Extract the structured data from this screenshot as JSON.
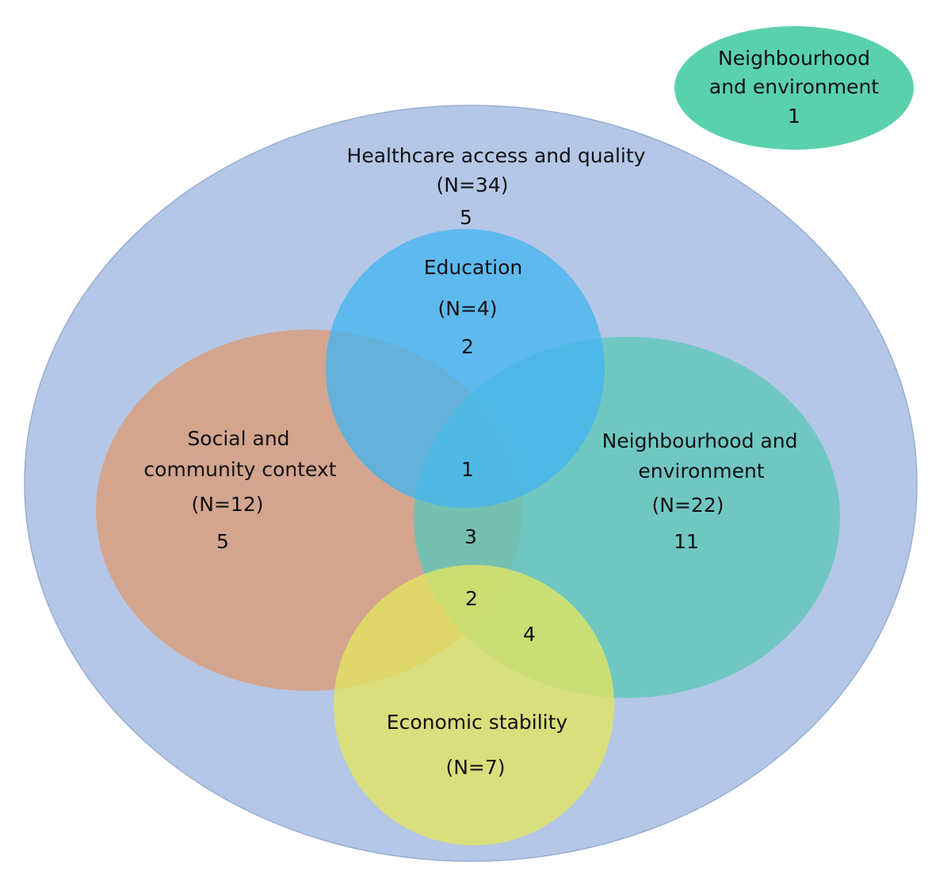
{
  "outer_domain": {
    "title": "Healthcare access and quality",
    "n": "(N=34)",
    "unique_count": "5",
    "color": "#b4c7e7"
  },
  "standalone_domain": {
    "line1": "Neighbourhood",
    "line2": "and environment",
    "count": "1",
    "color": "#5ad1ad"
  },
  "sets": {
    "education": {
      "title": "Education",
      "n": "(N=4)",
      "unique_count": "2",
      "color": "#45b5ef"
    },
    "social": {
      "line1": "Social and",
      "line2": "community context",
      "n": "(N=12)",
      "unique_count": "5",
      "color": "#d7a083"
    },
    "neighbourhood": {
      "line1": "Neighbourhood and",
      "line2": "environment",
      "n": "(N=22)",
      "unique_count": "11",
      "color": "#5fc7b9"
    },
    "economic": {
      "title": "Economic stability",
      "n": "(N=7)",
      "color": "#e3e55f"
    }
  },
  "overlaps": {
    "education_social_neighbourhood": "1",
    "social_neighbourhood": "3",
    "social_neighbourhood_economic": "2",
    "neighbourhood_economic": "4"
  }
}
